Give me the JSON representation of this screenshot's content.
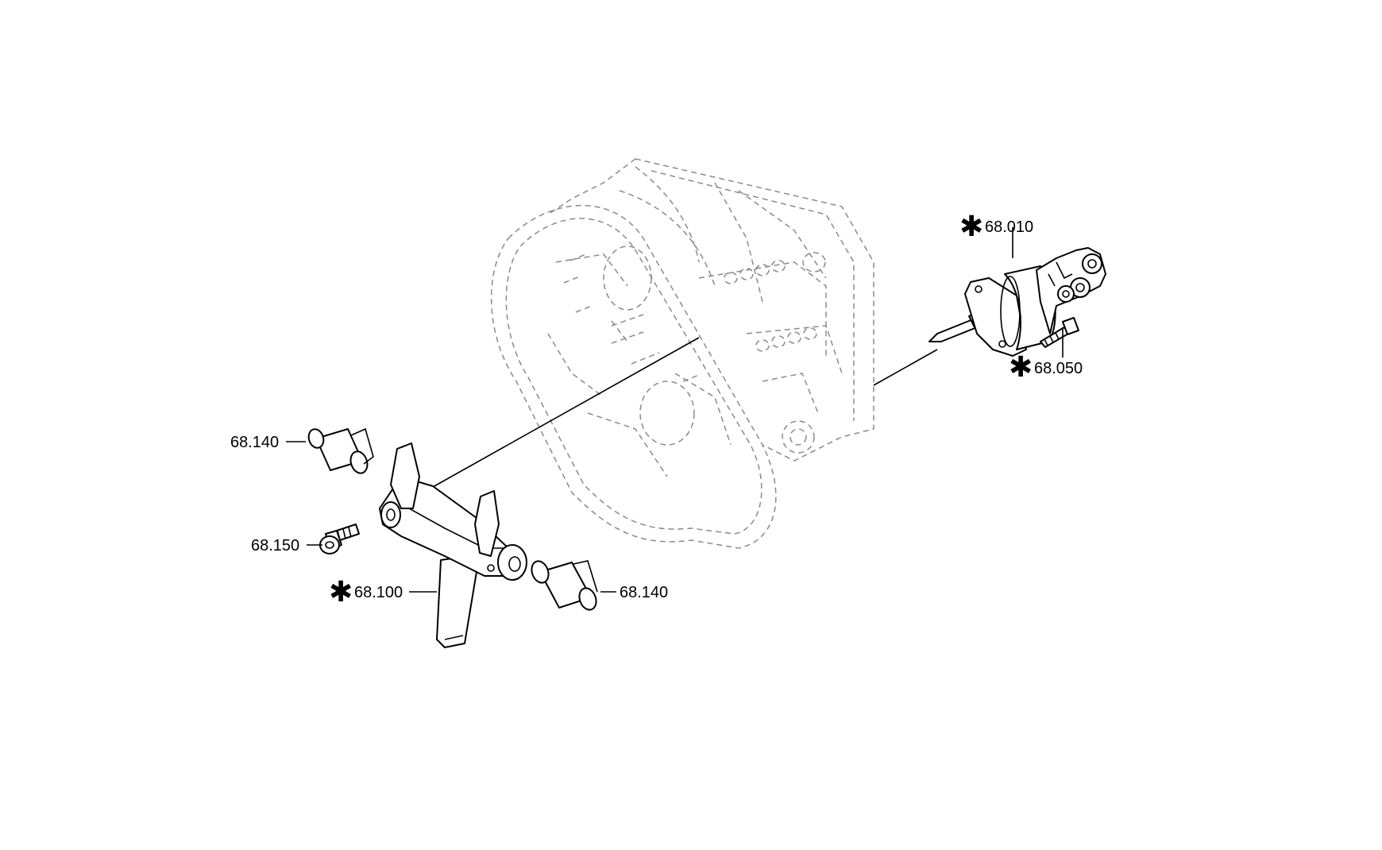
{
  "labels": {
    "actuator": "68.010",
    "actuator_bolt": "68.050",
    "bushing_left": "68.140",
    "bushing_right": "68.140",
    "fork_bolt": "68.150",
    "release_fork": "68.100"
  },
  "marker_symbol": "✱"
}
